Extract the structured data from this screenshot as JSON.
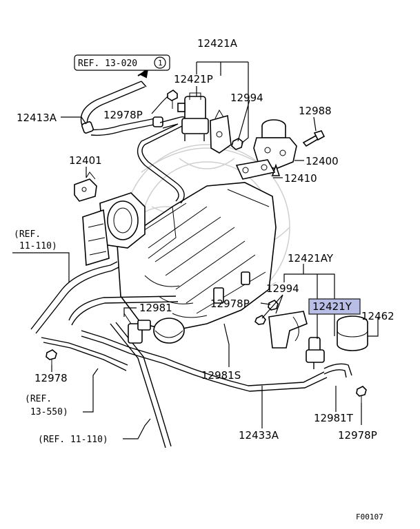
{
  "callouts": {
    "p12421A": "12421A",
    "p12421P": "12421P",
    "p12994_top": "12994",
    "p12988": "12988",
    "p12978P_top": "12978P",
    "p12413A": "12413A",
    "p12401": "12401",
    "p12400": "12400",
    "p12410": "12410",
    "p12421AY": "12421AY",
    "p12994_mid": "12994",
    "p12421Y": "12421Y",
    "p12462": "12462",
    "p12981": "12981",
    "p12978P_mid": "12978P",
    "p12978": "12978",
    "p12981S": "12981S",
    "p12981T": "12981T",
    "p12433A": "12433A",
    "p12978P_bot": "12978P"
  },
  "refs": {
    "ref_13_020": "REF. 13-020",
    "ref_13_020_circle": "1",
    "ref_11_110_top_a": "(REF.",
    "ref_11_110_top_b": "11-110)",
    "ref_13_550_a": "(REF.",
    "ref_13_550_b": "13-550)",
    "ref_11_110_bot": "(REF. 11-110)"
  },
  "figure_code": "F00107",
  "colors": {
    "highlight": "#b9bee6",
    "line": "#000000"
  }
}
